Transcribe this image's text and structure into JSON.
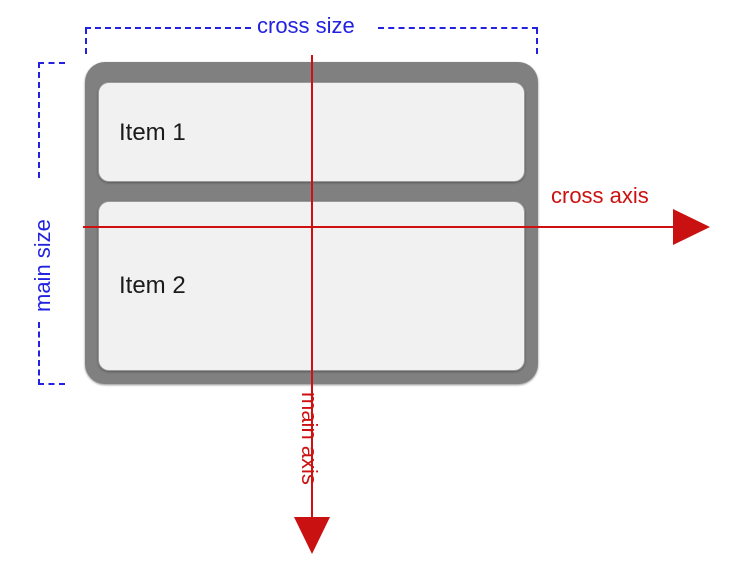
{
  "diagram": {
    "title": "flexbox main axis / cross axis diagram (column direction)",
    "colors": {
      "measure_blue": "#2222e0",
      "axis_red": "#cc1111",
      "container_grey": "#808080",
      "item_fill": "#f1f1f1",
      "item_text": "#1b1b1b"
    },
    "container": {
      "name": "flex-container"
    },
    "items": [
      {
        "label": "Item 1"
      },
      {
        "label": "Item 2"
      }
    ],
    "measures": [
      {
        "id": "cross-size",
        "label": "cross size",
        "orientation": "horizontal",
        "position": "top"
      },
      {
        "id": "main-size",
        "label": "main size",
        "orientation": "vertical",
        "position": "left"
      }
    ],
    "axes": [
      {
        "id": "cross-axis",
        "label": "cross axis",
        "direction": "right",
        "orientation": "horizontal"
      },
      {
        "id": "main-axis",
        "label": "main axis",
        "direction": "down",
        "orientation": "vertical"
      }
    ]
  }
}
